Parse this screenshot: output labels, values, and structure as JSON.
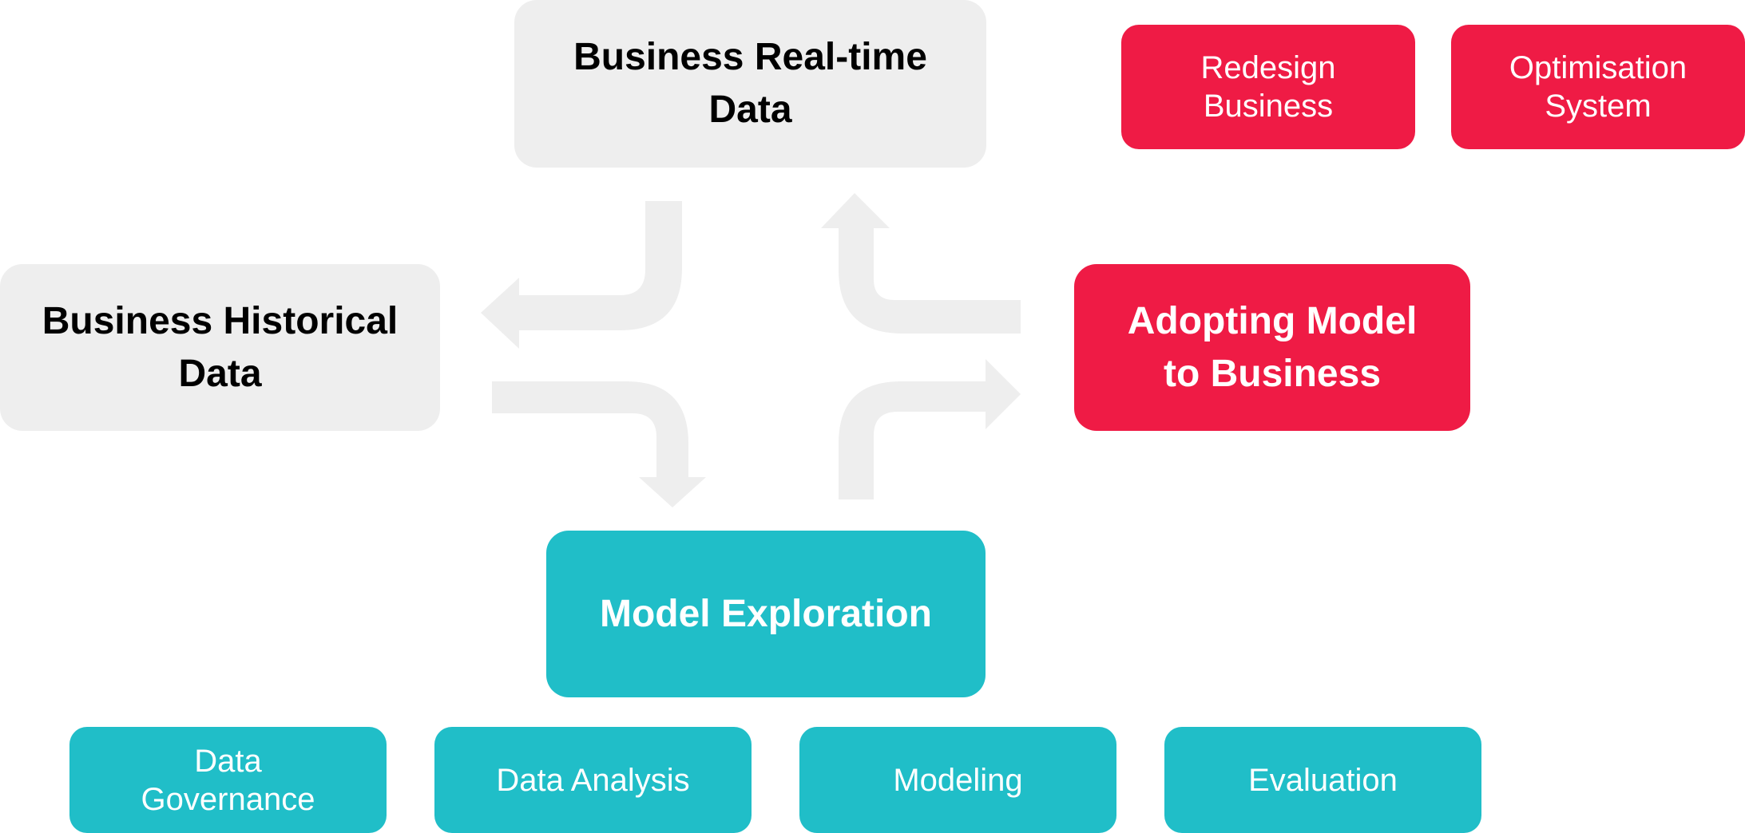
{
  "nodes": {
    "realtime": "Business Real-time\nData",
    "historical": "Business Historical\nData",
    "adopting": "Adopting Model\nto Business",
    "exploration": "Model Exploration",
    "redesign": "Redesign\nBusiness",
    "optimisation": "Optimisation\nSystem",
    "governance": "Data\nGovernance",
    "analysis": "Data Analysis",
    "modeling": "Modeling",
    "evaluation": "Evaluation"
  },
  "colors": {
    "grey_box": "#eeeeee",
    "red_box": "#ef1b45",
    "teal_box": "#20bec8",
    "arrow": "#eeeeee"
  }
}
